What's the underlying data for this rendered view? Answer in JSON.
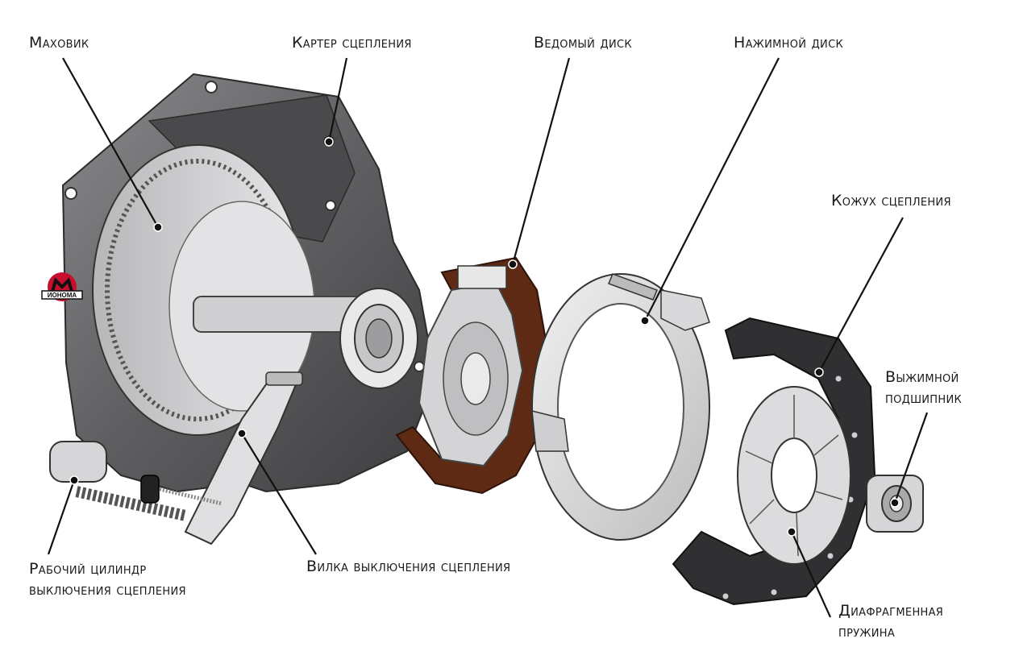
{
  "labels": {
    "flywheel": "Маховик",
    "clutch_housing": "Картер сцепления",
    "driven_disc": "Ведомый диск",
    "pressure_plate": "Нажимной диск",
    "clutch_cover": "Кожух сцепления",
    "release_bearing_line1": "Выжимной",
    "release_bearing_line2": "подшипник",
    "slave_cylinder_line1": "Рабочий цилиндр",
    "slave_cylinder_line2": "выключения сцепления",
    "release_fork": "Вилка выключения сцепления",
    "diaphragm_spring_line1": "Диафрагменная",
    "diaphragm_spring_line2": "пружина"
  },
  "logo": {
    "text": "ИОНОМА"
  },
  "colors": {
    "housing": "#5f5f61",
    "housing_dark": "#3d3d3f",
    "internals": "#d9d9db",
    "friction": "#5e2a14",
    "cover": "#303032",
    "leader": "#111111",
    "logo_red": "#c8102e"
  }
}
